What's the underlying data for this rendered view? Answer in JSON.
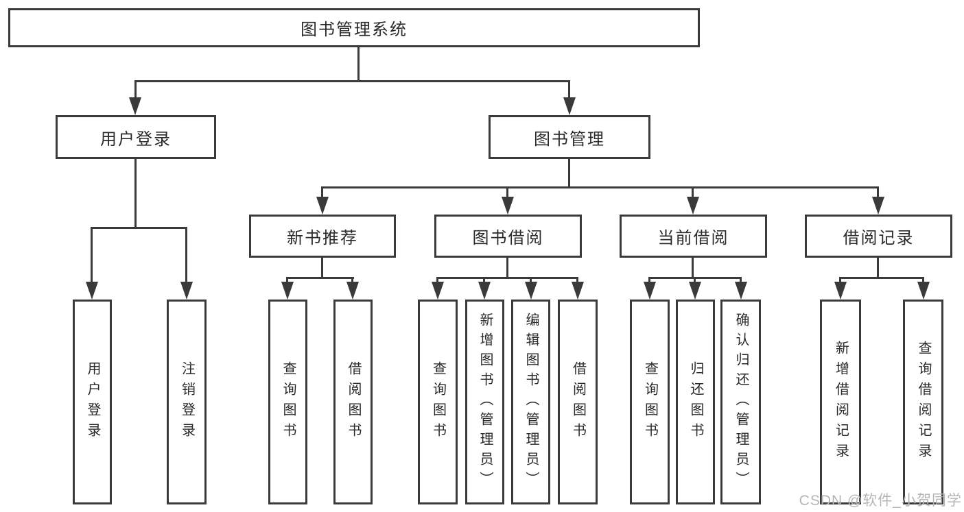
{
  "colors": {
    "line": "#3a3a3a",
    "text": "#2a2a2a",
    "background": "#ffffff",
    "watermark": "#b5b5b5"
  },
  "watermark": {
    "text": "CSDN @软件_小贺同学"
  },
  "tree": {
    "root": {
      "label": "图书管理系统"
    },
    "children": [
      {
        "label": "用户登录",
        "children": [
          {
            "label": "用户登录"
          },
          {
            "label": "注销登录"
          }
        ]
      },
      {
        "label": "图书管理",
        "children": [
          {
            "label": "新书推荐",
            "children": [
              {
                "label": "查询图书"
              },
              {
                "label": "借阅图书"
              }
            ]
          },
          {
            "label": "图书借阅",
            "children": [
              {
                "label": "查询图书"
              },
              {
                "label": "新增图书（管理员）"
              },
              {
                "label": "编辑图书（管理员）"
              },
              {
                "label": "借阅图书"
              }
            ]
          },
          {
            "label": "当前借阅",
            "children": [
              {
                "label": "查询图书"
              },
              {
                "label": "归还图书"
              },
              {
                "label": "确认归还（管理员）"
              }
            ]
          },
          {
            "label": "借阅记录",
            "children": [
              {
                "label": "新增借阅记录"
              },
              {
                "label": "查询借阅记录"
              }
            ]
          }
        ]
      }
    ]
  }
}
